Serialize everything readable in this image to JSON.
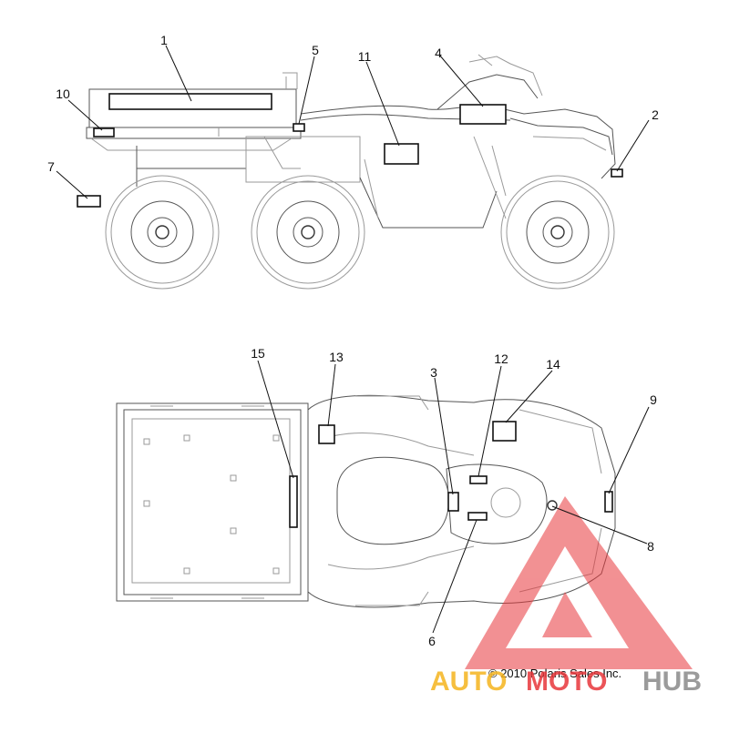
{
  "callouts": [
    "1",
    "2",
    "3",
    "4",
    "5",
    "6",
    "7",
    "8",
    "9",
    "10",
    "11",
    "12",
    "13",
    "14",
    "15"
  ],
  "copyright": "© 2010 Polaris Sales Inc.",
  "watermark": {
    "part1": "AUTO",
    "part2": "MOTO",
    "part3": "HUB",
    "color_triangle": "#e8373b",
    "color_auto": "#f5b51e",
    "color_moto": "#e8373b",
    "color_hub": "#8a8a8a"
  }
}
